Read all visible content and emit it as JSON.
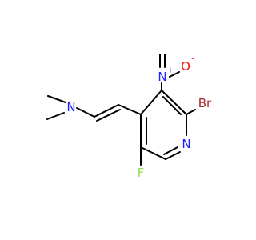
{
  "molecule": {
    "atoms": {
      "N_amine": {
        "text": "N",
        "color": "#2121ff"
      },
      "N_nitro": {
        "text": "N",
        "charge": "+",
        "color": "#2121ff"
      },
      "O_nitro": {
        "text": "O",
        "charge": "-",
        "color": "#ff0d0d"
      },
      "Br": {
        "text": "Br",
        "color": "#a62929"
      },
      "N_ring": {
        "text": "N",
        "color": "#2121ff"
      },
      "F": {
        "text": "F",
        "color": "#90e050"
      }
    },
    "bond_color": "#000000"
  }
}
